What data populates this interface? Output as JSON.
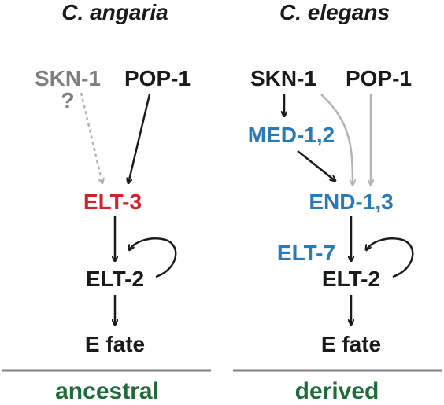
{
  "colors": {
    "black": "#1a1a1a",
    "gray": "#7f7f7f",
    "light_gray": "#b3b3b3",
    "red": "#d6202a",
    "blue": "#2a7ab8",
    "green": "#1f6b3a",
    "divider": "#808080"
  },
  "left_panel": {
    "title": "C. angaria",
    "skn1": "SKN-1",
    "question": "?",
    "pop1": "POP-1",
    "elt3": "ELT-3",
    "elt2": "ELT-2",
    "efate": "E fate",
    "footer": "ancestral"
  },
  "right_panel": {
    "title": "C. elegans",
    "skn1": "SKN-1",
    "pop1": "POP-1",
    "med": "MED-1,2",
    "end": "END-1,3",
    "elt7": "ELT-7",
    "elt2": "ELT-2",
    "efate": "E fate",
    "footer": "derived"
  }
}
